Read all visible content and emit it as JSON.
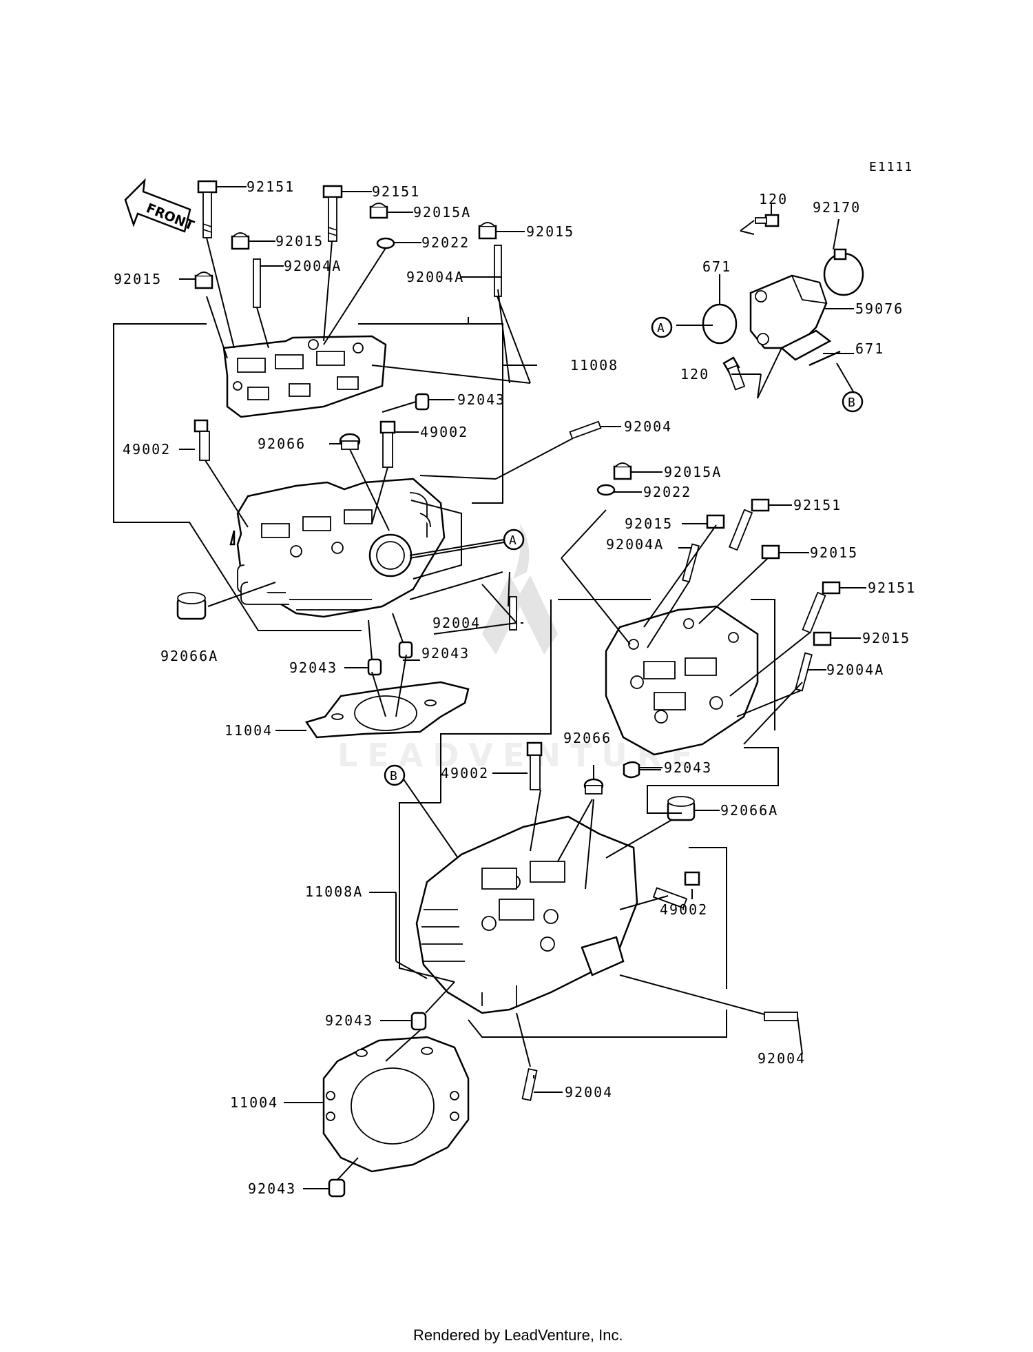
{
  "diagram_id": "E1111",
  "front_label": "FRONT",
  "footer": "Rendered by LeadVenture, Inc.",
  "watermark": "LEADVENTURE",
  "callouts": {
    "A": "A",
    "B": "B"
  },
  "labels": {
    "l92151_a": "92151",
    "l92151_b": "92151",
    "l92015A_a": "92015A",
    "l92015_a": "92015",
    "l92015_b": "92015",
    "l92015_c": "92015",
    "l92022_a": "92022",
    "l92004A_a": "92004A",
    "l92004A_b": "92004A",
    "l11008": "11008",
    "l92043_a": "92043",
    "l49002_a": "49002",
    "l92066_a": "92066",
    "l49002_b": "49002",
    "l92004_a": "92004",
    "l92066A_a": "92066A",
    "l92004_b": "92004",
    "l92043_b": "92043",
    "l92043_c": "92043",
    "l11004_a": "11004",
    "l120_a": "120",
    "l92170": "92170",
    "l671_a": "671",
    "l59076": "59076",
    "l671_b": "671",
    "l120_b": "120",
    "l92015A_b": "92015A",
    "l92022_b": "92022",
    "l92151_c": "92151",
    "l92015_d": "92015",
    "l92004A_c": "92004A",
    "l92015_e": "92015",
    "l92151_d": "92151",
    "l92015_f": "92015",
    "l92004A_d": "92004A",
    "l92043_d": "92043",
    "l92066_b": "92066",
    "l49002_c": "49002",
    "l92066A_b": "92066A",
    "l11008A": "11008A",
    "l49002_d": "49002",
    "l92043_e": "92043",
    "l92004_c": "92004",
    "l92004_d": "92004",
    "l11004_b": "11004",
    "l92043_f": "92043"
  }
}
